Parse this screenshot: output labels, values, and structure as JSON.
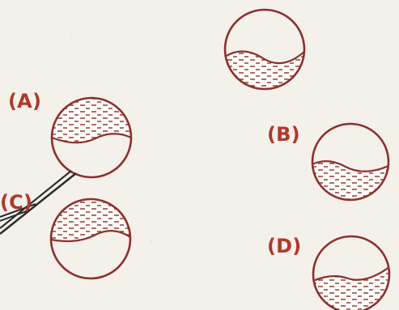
{
  "figure": {
    "labels": {
      "a": "(A)",
      "b": "(B)",
      "c": "(C)",
      "d": "(D)"
    },
    "colors": {
      "outline": "#8e2f2b",
      "hatch": "#8e2f2b",
      "label": "#b0382b",
      "background": "#f4f1eb",
      "rod": "#2b2b2b"
    }
  }
}
